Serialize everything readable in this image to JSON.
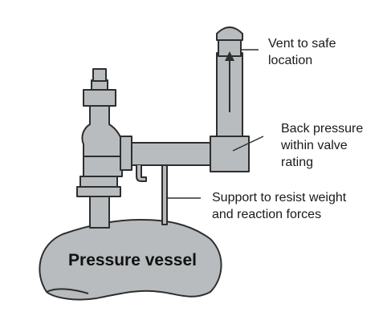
{
  "labels": {
    "vent": [
      "Vent to safe",
      "location"
    ],
    "back_pressure": [
      "Back pressure",
      "within valve",
      "rating"
    ],
    "support": [
      "Support to resist weight",
      "and reaction forces"
    ],
    "vessel": "Pressure vessel"
  },
  "colors": {
    "fill": "#b8bcbe",
    "stroke": "#2e2e2e",
    "text": "#1a1a1a"
  }
}
